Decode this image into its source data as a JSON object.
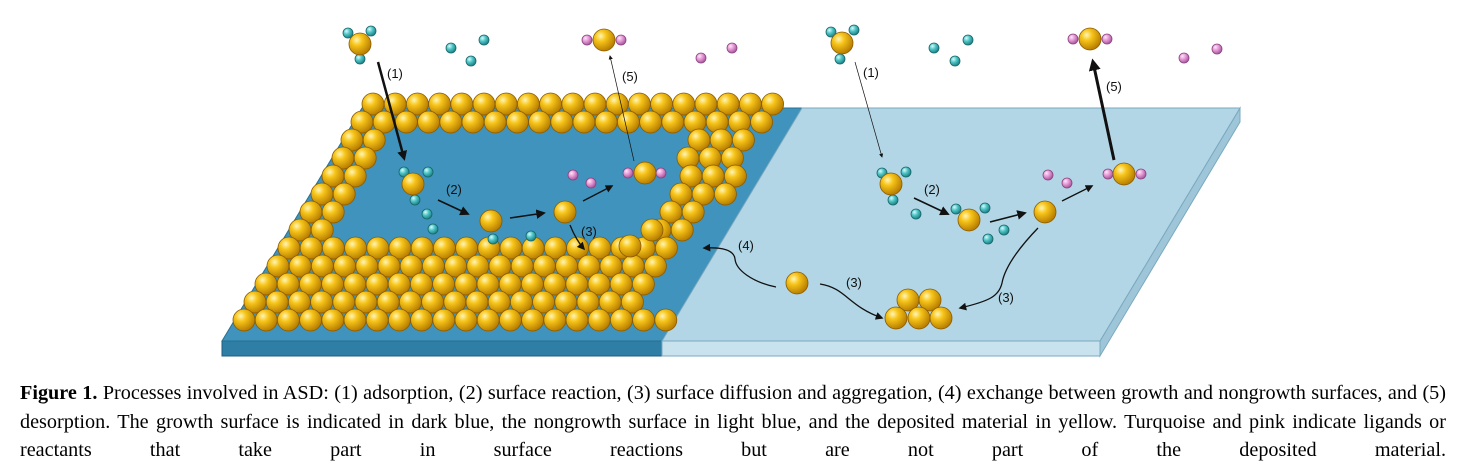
{
  "figure": {
    "step_labels": [
      "(1)",
      "(2)",
      "(3)",
      "(4)",
      "(5)"
    ],
    "colors": {
      "growth_surface": "#3f93bd",
      "nongrowth_surface": "#b2d6e6",
      "deposited_material": "#f2b705",
      "ligand_turquoise": "#4fc6c8",
      "reactant_pink": "#e79ad6"
    }
  },
  "caption": {
    "label": "Figure 1.",
    "text": "Processes involved in ASD: (1) adsorption, (2) surface reaction, (3) surface diffusion and aggregation, (4) exchange between growth and nongrowth surfaces, and (5) desorption. The growth surface is indicated in dark blue, the nongrowth surface in light blue, and the deposited material in yellow. Turquoise and pink indicate ligands or reactants that take part in surface reactions but are not part of the deposited material."
  }
}
